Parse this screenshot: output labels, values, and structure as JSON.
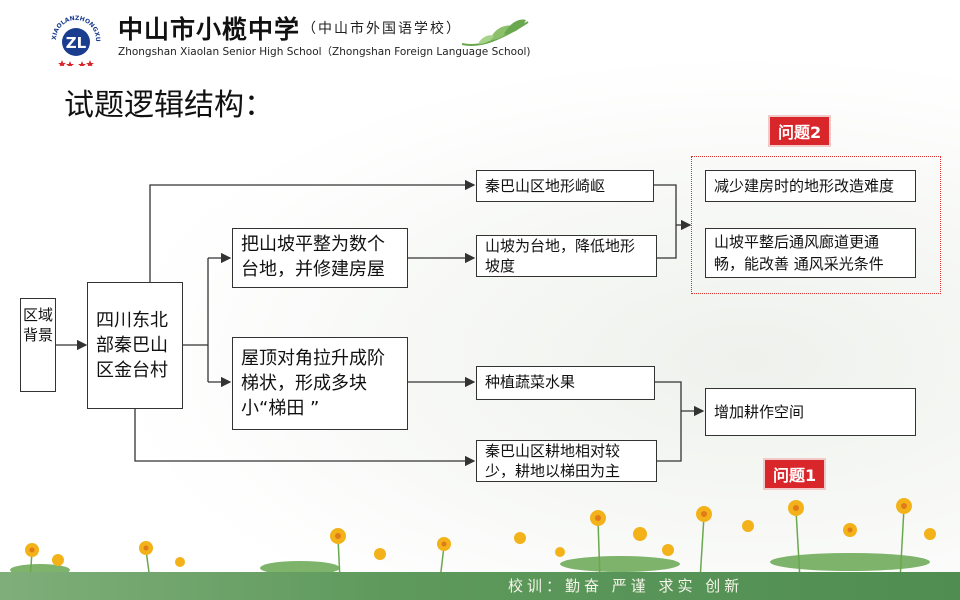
{
  "header": {
    "school_cn": "中山市小榄中学",
    "school_cn_sub": "（中山市外国语学校）",
    "school_en": "Zhongshan Xiaolan Senior High School（Zhongshan Foreign Language School)",
    "logo_text": "XIAOLANZHONGXUE",
    "logo_letters": "ZL"
  },
  "title": "试题逻辑结构：",
  "boxes": {
    "region": "区域背景",
    "village": "四川东北部秦巴山区金台村",
    "platform": "把山坡平整为数个台地，并修建房屋",
    "terrace": "屋顶对角拉升成阶梯状，形成多块小“梯田 ”",
    "rugged": "秦巴山区地形崎岖",
    "lower_slope": "山坡为台地，降低地形坡度",
    "vegetables": "种植蔬菜水果",
    "farmland": "秦巴山区耕地相对较少，耕地以梯田为主",
    "reduce": "减少建房时的地形改造难度",
    "ventilation": "山坡平整后通风廊道更通畅，能改善 通风采光条件",
    "increase": "增加耕作空间"
  },
  "tags": {
    "q2": "问题2",
    "q1": "问题1"
  },
  "footer": {
    "motto": "校训：勤奋  严谨  求实  创新"
  },
  "colors": {
    "tag_red": "#d9262b",
    "dashed_border": "#dd3333",
    "footer_green": "#5f9a5c"
  }
}
